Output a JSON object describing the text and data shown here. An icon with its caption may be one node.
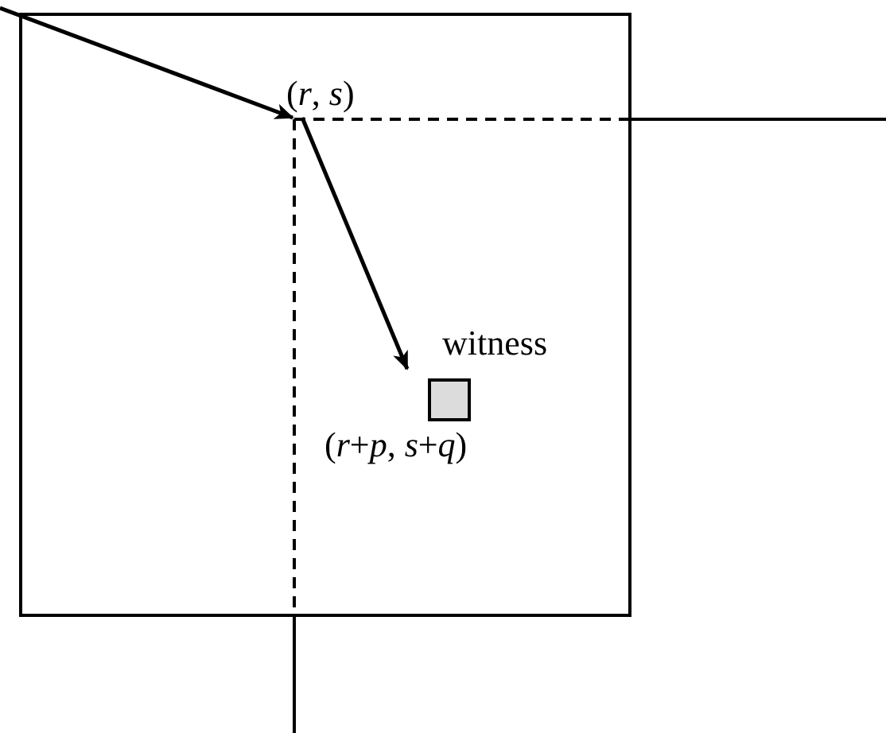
{
  "diagram": {
    "nodes": [
      {
        "text": [],
        "shape": "box"
      },
      {
        "text": [
          "(*r*, *s*)"
        ],
        "in": 0
      },
      {
        "text": [],
        "shape": "box",
        "in": 0,
        "beside": [
          "witness",
          "(*r*+*p*, *s*+*q*)"
        ]
      }
    ],
    "edges": [
      {
        "from": null,
        "to": 1,
        "arrow": "to"
      },
      {
        "from": 1,
        "to": 2,
        "arrow": "to"
      }
    ]
  }
}
